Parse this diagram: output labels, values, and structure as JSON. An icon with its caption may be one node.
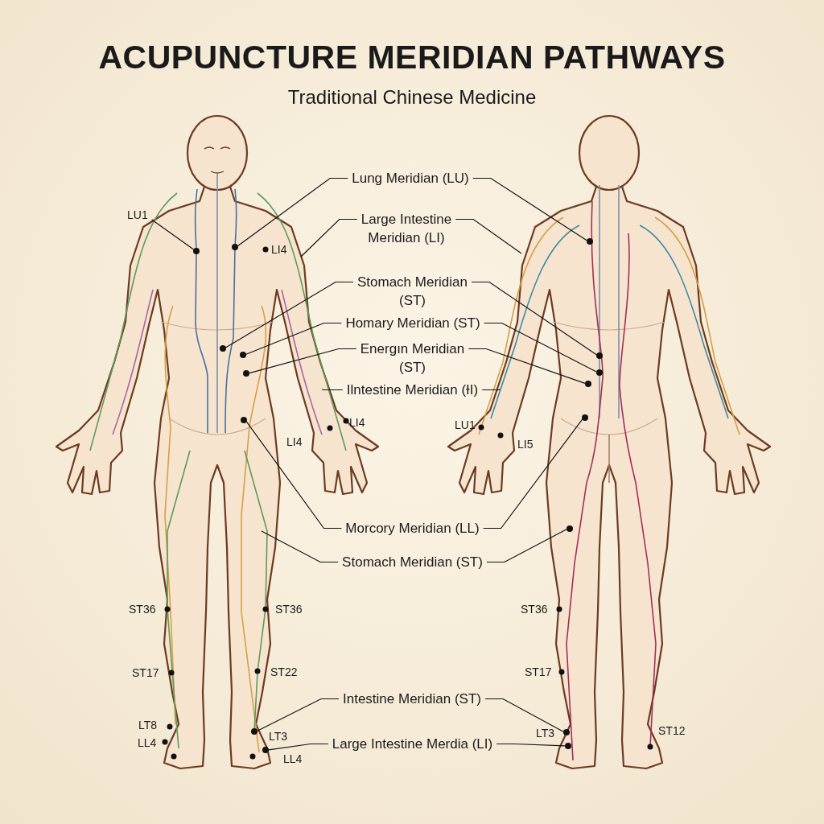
{
  "diagram": {
    "title": "ACUPUNCTURE MERIDIAN PATHWAYS",
    "nodes": [
      {
        "text": [
          "LU1"
        ]
      },
      {
        "text": [
          "Lung Meridian (LU)"
        ]
      },
      {
        "text": [
          "Large Intestine Meridian (LI)"
        ]
      },
      {
        "text": [
          "Stomach Meridian (ST)"
        ]
      },
      {
        "text": [
          "Homary Meridian (ST)"
        ]
      },
      {
        "text": [
          "Energın Meridian (ST)"
        ]
      },
      {
        "text": [
          "Ilntestine Meridian (ƗI)"
        ]
      },
      {
        "text": [
          "Morcory Meridian (LL)"
        ]
      },
      {
        "text": [
          "Stomach Meridian (ST)"
        ]
      },
      {
        "text": [
          "Intestine Meridian (ST)"
        ]
      },
      {
        "text": [
          "Large Intestine Merdia (LI)"
        ]
      },
      {
        "text": [],
        "shape": "circle"
      },
      {
        "text": [],
        "shape": "circle"
      },
      {
        "text": [],
        "shape": "circle"
      },
      {
        "text": [],
        "shape": "circle"
      },
      {
        "text": [],
        "shape": "circle"
      },
      {
        "text": [],
        "shape": "circle"
      },
      {
        "text": [],
        "shape": "circle"
      },
      {
        "text": [],
        "shape": "circle"
      },
      {
        "text": [],
        "shape": "circle"
      },
      {
        "text": [],
        "shape": "circle"
      },
      {
        "text": [],
        "shape": "circle"
      },
      {
        "text": [],
        "shape": "circle"
      },
      {
        "text": [],
        "shape": "circle"
      },
      {
        "text": [],
        "shape": "circle"
      },
      {
        "text": [],
        "shape": "circle"
      },
      {
        "text": [],
        "shape": "circle"
      }
    ],
    "edges": [
      {
        "from": 0,
        "to": 11,
        "arrow": "none"
      },
      {
        "from": 1,
        "to": 12,
        "arrow": "none"
      },
      {
        "from": 1,
        "to": 19,
        "arrow": "none"
      },
      {
        "from": 2,
        "to": null,
        "arrow": "none"
      },
      {
        "from": 2,
        "to": null,
        "arrow": "none"
      },
      {
        "from": 3,
        "to": 13,
        "arrow": "none"
      },
      {
        "from": 3,
        "to": 20,
        "arrow": "none"
      },
      {
        "from": 4,
        "to": 14,
        "arrow": "none"
      },
      {
        "from": 4,
        "to": 21,
        "arrow": "none"
      },
      {
        "from": 5,
        "to": 15,
        "arrow": "none"
      },
      {
        "from": 5,
        "to": 22,
        "arrow": "none"
      },
      {
        "from": 6,
        "to": null,
        "arrow": "none"
      },
      {
        "from": 6,
        "to": null,
        "arrow": "none"
      },
      {
        "from": 7,
        "to": 16,
        "arrow": "none"
      },
      {
        "from": 7,
        "to": 23,
        "arrow": "none"
      },
      {
        "from": 8,
        "to": null,
        "arrow": "none"
      },
      {
        "from": 8,
        "to": 24,
        "arrow": "none"
      },
      {
        "from": 9,
        "to": 17,
        "arrow": "none"
      },
      {
        "from": 9,
        "to": 25,
        "arrow": "none"
      },
      {
        "from": 10,
        "to": 18,
        "arrow": "none"
      },
      {
        "from": 10,
        "to": 26,
        "arrow": "none"
      }
    ],
    "labels": [
      "Traditional Chinese Medicine",
      "LI4",
      "LI4",
      "LU1",
      "LI4",
      "LI5",
      "ST36",
      "ST36",
      "ST36",
      "ST17",
      "ST22",
      "ST17",
      "LT8",
      "LT3",
      "LT3",
      "ST12",
      "LL4",
      "LL4"
    ]
  }
}
